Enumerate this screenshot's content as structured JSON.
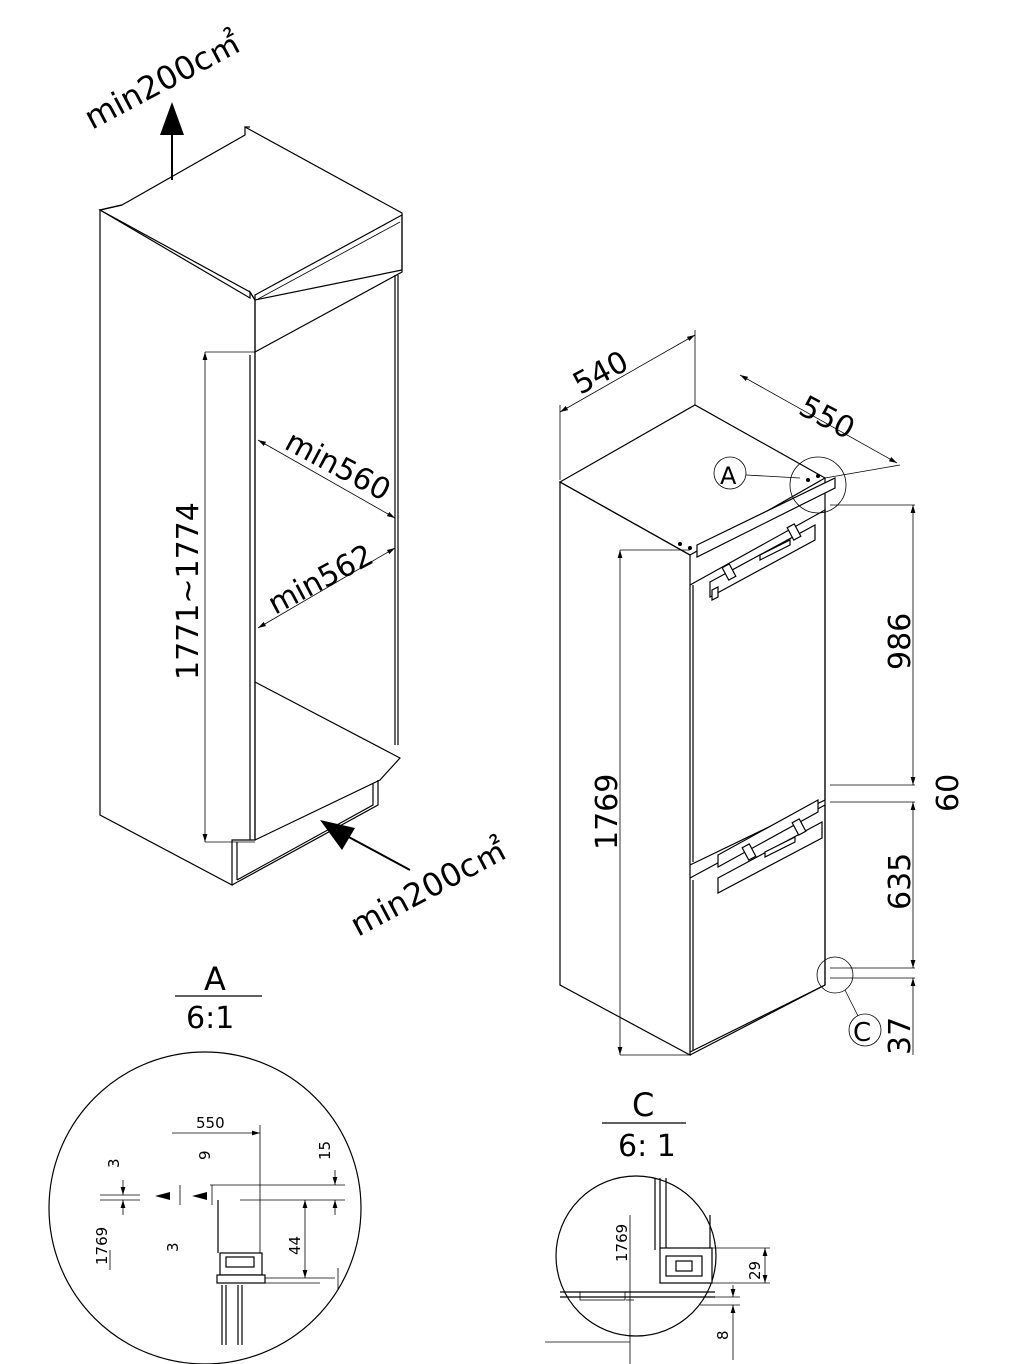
{
  "cabinet": {
    "vent_top": "min200c㎡",
    "vent_bottom": "min200c㎡",
    "height_range": "1771~1774",
    "depth_min": "min560",
    "width_min": "min562"
  },
  "appliance": {
    "depth": "540",
    "width": "550",
    "height": "1769",
    "upper_door": "986",
    "gap": "60",
    "lower_door": "635",
    "bottom": "37",
    "callout_a": "A",
    "callout_c": "C"
  },
  "detail_a": {
    "label": "A",
    "scale": "6:1",
    "dim_550": "550",
    "dim_3_top": "3",
    "dim_9": "9",
    "dim_15": "15",
    "dim_1769": "1769",
    "dim_3_side": "3",
    "dim_44": "44"
  },
  "detail_c": {
    "label": "C",
    "scale": "6: 1",
    "dim_1769": "1769",
    "dim_29": "29",
    "dim_8": "8"
  }
}
